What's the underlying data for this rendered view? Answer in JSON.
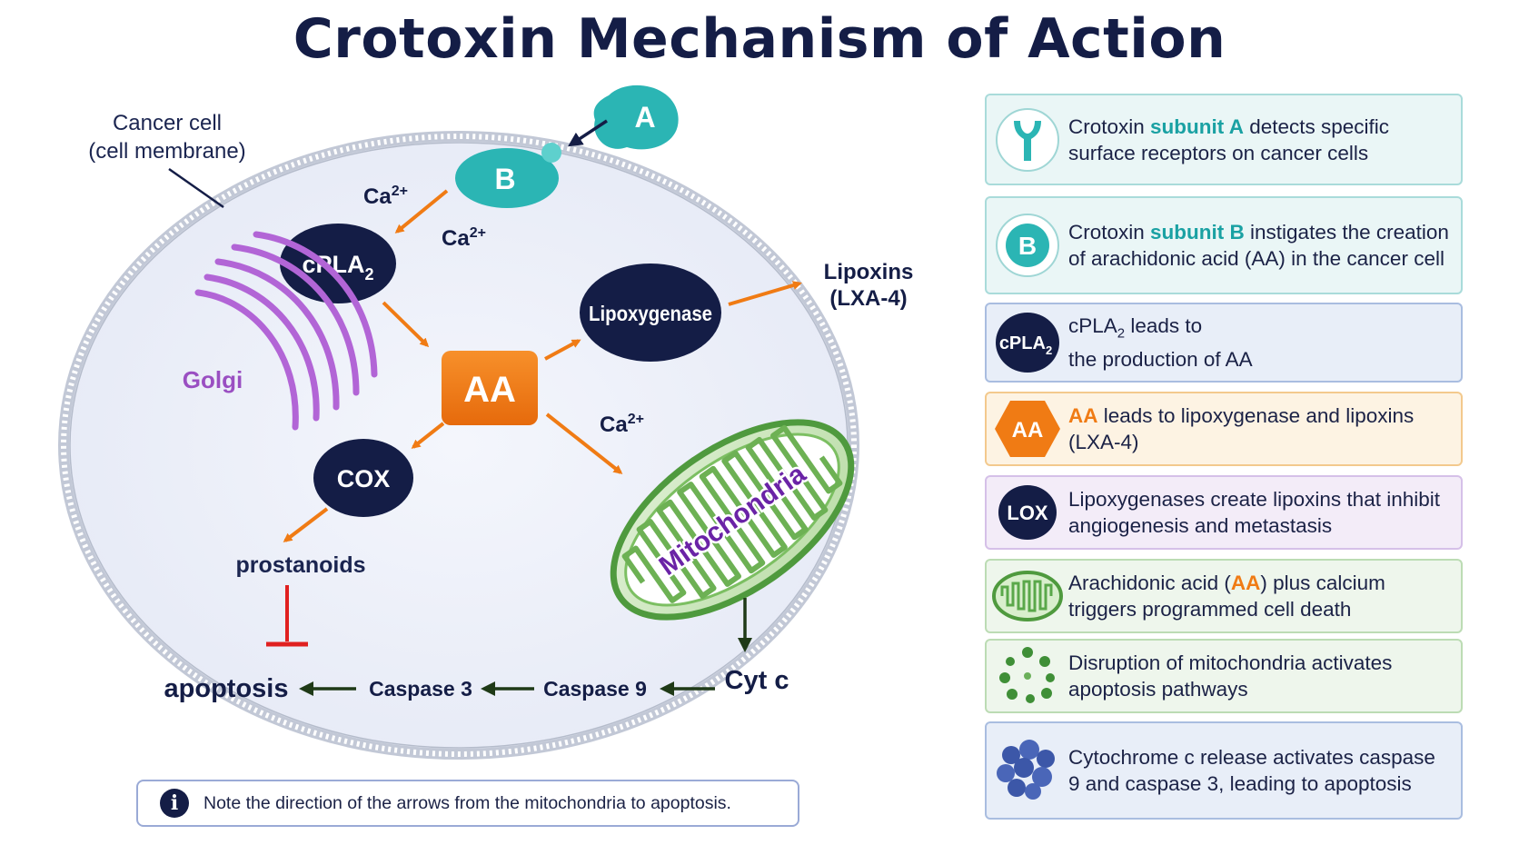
{
  "title": "Crotoxin Mechanism of Action",
  "diagram": {
    "cell_label_line1": "Cancer cell",
    "cell_label_line2": "(cell membrane)",
    "subunit_a": "A",
    "subunit_b": "B",
    "ca_1": "Ca",
    "ca_2": "Ca",
    "ca_3": "Ca",
    "ca_sup": "2+",
    "cpla2": "cPLA",
    "cpla2_sub": "2",
    "aa": "AA",
    "lipoxygenase": "Lipoxygenase",
    "lipoxins_line1": "Lipoxins",
    "lipoxins_line2": "(LXA-4)",
    "cox": "COX",
    "golgi": "Golgi",
    "prostanoids": "prostanoids",
    "mitochondria": "Mitochondria",
    "cyt_c": "Cyt c",
    "caspase9": "Caspase 9",
    "caspase3": "Caspase 3",
    "apoptosis": "apoptosis"
  },
  "note": {
    "icon": "info-icon",
    "text": "Note the direction of the arrows from the mitochondria to apoptosis."
  },
  "legend": [
    {
      "icon": "receptor-y-icon",
      "pre": "Crotoxin ",
      "highlight": "subunit A",
      "post": " detects specific surface receptors on cancer cells"
    },
    {
      "icon": "b-circle-icon",
      "icon_text": "B",
      "pre": "Crotoxin ",
      "highlight": "subunit B",
      "post": " instigates the creation of arachidonic acid (AA) in the cancer cell"
    },
    {
      "icon": "cpla2-icon",
      "icon_text": "cPLA",
      "icon_sub": "2",
      "text_a": "cPLA",
      "text_sub": "2",
      "text_b": " leads to",
      "text_c": "the production of AA"
    },
    {
      "icon": "aa-hexagon-icon",
      "icon_text": "AA",
      "highlight": "AA",
      "post": " leads to lipoxygenase and lipoxins (LXA-4)"
    },
    {
      "icon": "lox-icon",
      "icon_text": "LOX",
      "text": "Lipoxygenases create lipoxins that inhibit angiogenesis and metastasis"
    },
    {
      "icon": "mitochondria-icon",
      "pre": "Arachidonic acid (",
      "highlight": "AA",
      "post": ") plus calcium triggers programmed cell death"
    },
    {
      "icon": "dots-icon",
      "text": "Disruption of mitochondria activates apoptosis pathways"
    },
    {
      "icon": "cytochrome-cluster-icon",
      "text": "Cytochrome c release activates caspase 9 and caspase 3, leading to apoptosis"
    }
  ],
  "colors": {
    "navy": "#141d46",
    "orange": "#f07b14",
    "teal": "#2bb5b4",
    "green": "#5aa84a",
    "purple": "#9a4fc2",
    "red": "#e02020",
    "dark_green_arrow": "#1f3a17"
  }
}
